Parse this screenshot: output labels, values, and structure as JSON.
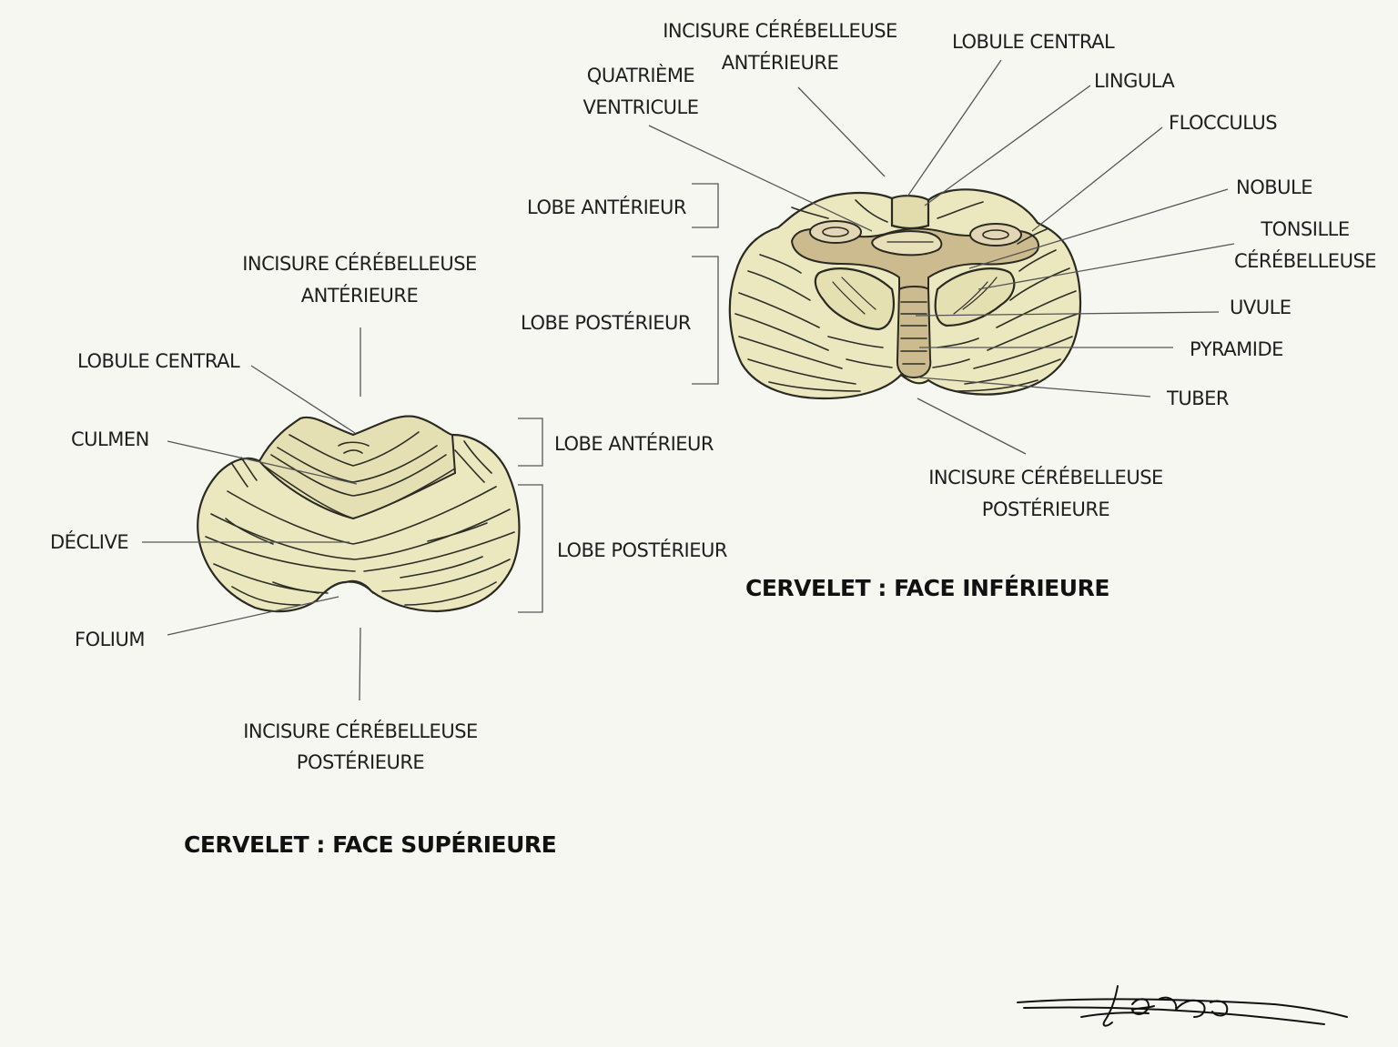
{
  "superior": {
    "title": "CERVELET : FACE SUPÉRIEURE",
    "labels": {
      "incisure_anterieure_1": "INCISURE CÉRÉBELLEUSE",
      "incisure_anterieure_2": "ANTÉRIEURE",
      "lobule_central": "LOBULE CENTRAL",
      "culmen": "CULMEN",
      "declive": "DÉCLIVE",
      "folium": "FOLIUM",
      "incisure_posterieure_1": "INCISURE CÉRÉBELLEUSE",
      "incisure_posterieure_2": "POSTÉRIEURE",
      "lobe_anterieur": "LOBE ANTÉRIEUR",
      "lobe_posterieur": "LOBE POSTÉRIEUR"
    }
  },
  "inferior": {
    "title": "CERVELET : FACE INFÉRIEURE",
    "labels": {
      "incisure_anterieure_1": "INCISURE CÉRÉBELLEUSE",
      "incisure_anterieure_2": "ANTÉRIEURE",
      "quatrieme_1": "QUATRIÈME",
      "quatrieme_2": "VENTRICULE",
      "lobule_central": "LOBULE CENTRAL",
      "lingula": "LINGULA",
      "flocculus": "FLOCCULUS",
      "nobule": "NOBULE",
      "tonsille_1": "TONSILLE",
      "tonsille_2": "CÉRÉBELLEUSE",
      "uvule": "UVULE",
      "pyramide": "PYRAMIDE",
      "tuber": "TUBER",
      "incisure_posterieure_1": "INCISURE CÉRÉBELLEUSE",
      "incisure_posterieure_2": "POSTÉRIEURE",
      "lobe_anterieur": "LOBE ANTÉRIEUR",
      "lobe_posterieur": "LOBE POSTÉRIEUR"
    }
  },
  "colors": {
    "background": "#f7f7f2",
    "tissue": "#ebe8bf",
    "vermis": "#d8c9a2"
  },
  "signature_text": "Léa"
}
